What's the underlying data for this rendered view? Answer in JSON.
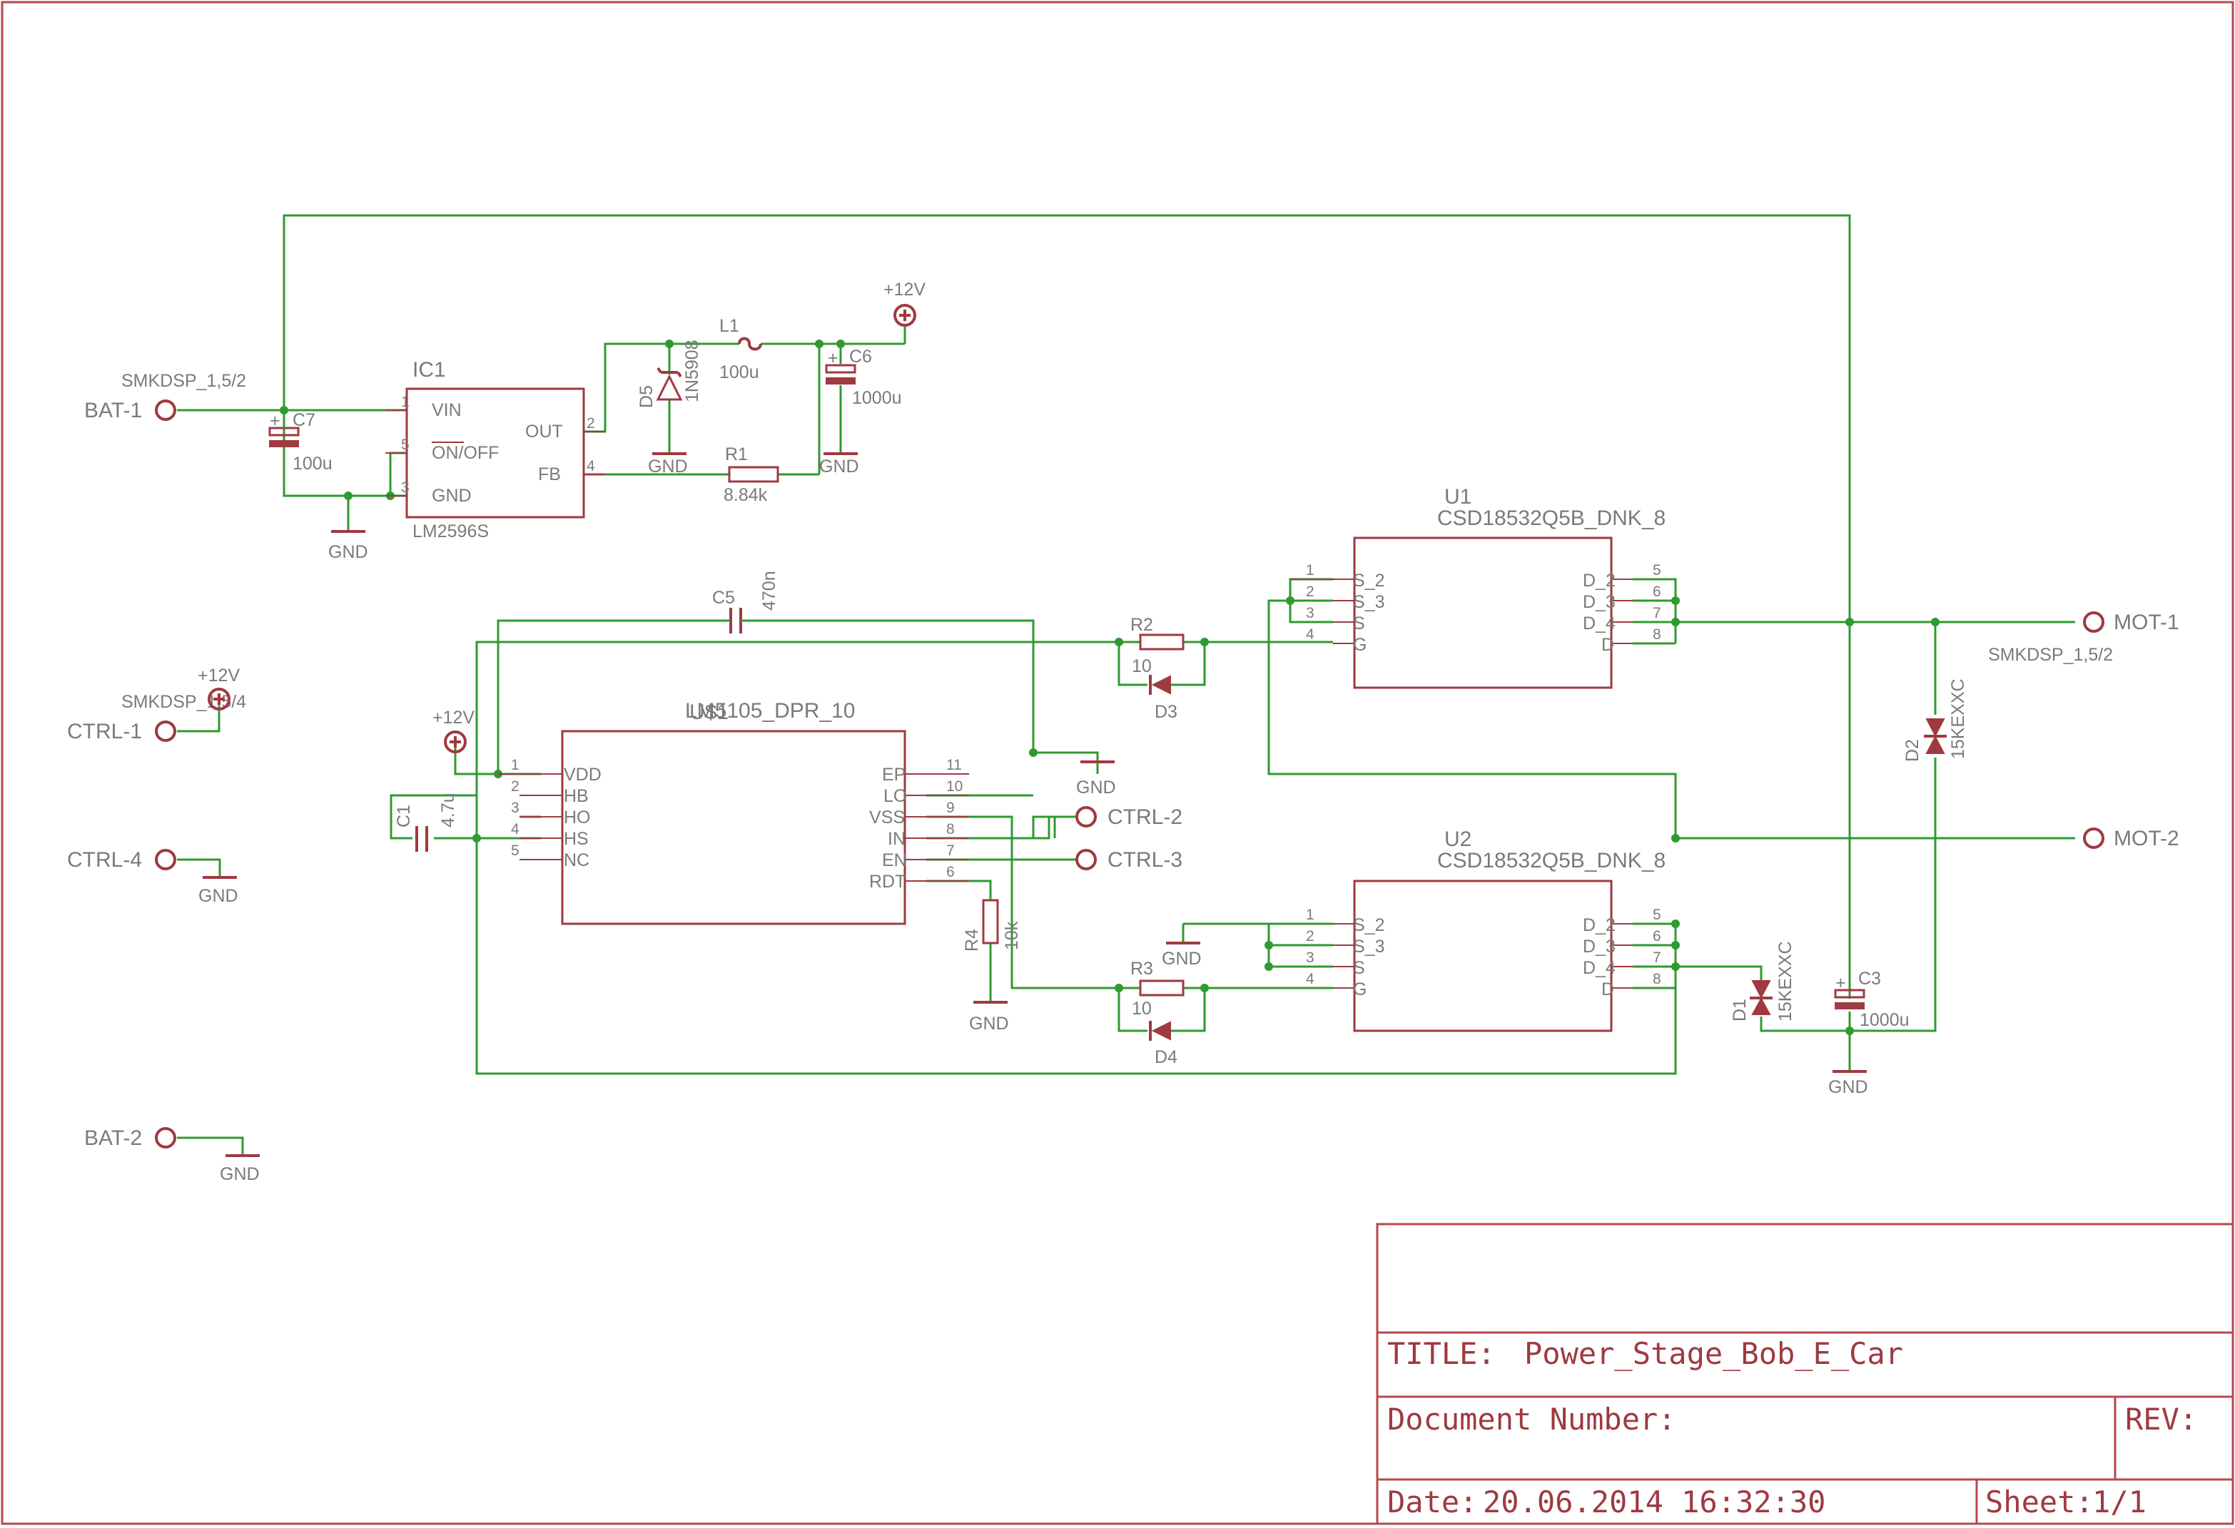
{
  "title_block": {
    "title_label": "TITLE:",
    "title_value": "Power_Stage_Bob_E_Car",
    "docnum_label": "Document Number:",
    "rev_label": "REV:",
    "date_label": "Date:",
    "date_value": "20.06.2014 16:32:30",
    "sheet_label": "Sheet:",
    "sheet_value": "1/1"
  },
  "connectors": {
    "bat1": "BAT-1",
    "bat2": "BAT-2",
    "ctrl1": "CTRL-1",
    "ctrl2": "CTRL-2",
    "ctrl3": "CTRL-3",
    "ctrl4": "CTRL-4",
    "mot1": "MOT-1",
    "mot2": "MOT-2",
    "smkdsp_bat": "SMKDSP_1,5/2",
    "smkdsp_ctrl": "SMKDSP_1,5/4",
    "smkdsp_mot": "SMKDSP_1,5/2"
  },
  "supplies": {
    "p12v": "+12V",
    "gnd": "GND"
  },
  "ic1": {
    "name": "IC1",
    "value": "LM2596S",
    "pins": [
      {
        "num": "1",
        "name": "VIN"
      },
      {
        "num": "5",
        "name": "ON/OFF"
      },
      {
        "num": "3",
        "name": "GND"
      },
      {
        "num": "2",
        "name": "OUT"
      },
      {
        "num": "4",
        "name": "FB"
      }
    ]
  },
  "usd1": {
    "name": "U$1",
    "value": "LM5105_DPR_10",
    "left_pins": [
      {
        "num": "1",
        "name": "VDD"
      },
      {
        "num": "2",
        "name": "HB"
      },
      {
        "num": "3",
        "name": "HO"
      },
      {
        "num": "4",
        "name": "HS"
      },
      {
        "num": "5",
        "name": "NC"
      }
    ],
    "right_pins": [
      {
        "num": "11",
        "name": "EP"
      },
      {
        "num": "10",
        "name": "LO"
      },
      {
        "num": "9",
        "name": "VSS"
      },
      {
        "num": "8",
        "name": "IN"
      },
      {
        "num": "7",
        "name": "EN"
      },
      {
        "num": "6",
        "name": "RDT"
      }
    ]
  },
  "u1": {
    "name": "U1",
    "value": "CSD18532Q5B_DNK_8",
    "left_pins": [
      {
        "num": "1",
        "name": "S_2"
      },
      {
        "num": "2",
        "name": "S_3"
      },
      {
        "num": "3",
        "name": "S"
      },
      {
        "num": "4",
        "name": "G"
      }
    ],
    "right_pins": [
      {
        "num": "5",
        "name": "D_2"
      },
      {
        "num": "6",
        "name": "D_3"
      },
      {
        "num": "7",
        "name": "D_4"
      },
      {
        "num": "8",
        "name": "D"
      }
    ]
  },
  "u2": {
    "name": "U2",
    "value": "CSD18532Q5B_DNK_8",
    "left_pins": [
      {
        "num": "1",
        "name": "S_2"
      },
      {
        "num": "2",
        "name": "S_3"
      },
      {
        "num": "3",
        "name": "S"
      },
      {
        "num": "4",
        "name": "G"
      }
    ],
    "right_pins": [
      {
        "num": "5",
        "name": "D_2"
      },
      {
        "num": "6",
        "name": "D_3"
      },
      {
        "num": "7",
        "name": "D_4"
      },
      {
        "num": "8",
        "name": "D"
      }
    ]
  },
  "passives": {
    "c7": {
      "name": "C7",
      "value": "100u"
    },
    "c6": {
      "name": "C6",
      "value": "1000u"
    },
    "c3": {
      "name": "C3",
      "value": "1000u"
    },
    "c5": {
      "name": "C5",
      "value": "470n"
    },
    "c1": {
      "name": "C1",
      "value": "4.7u"
    },
    "l1": {
      "name": "L1",
      "value": "100u"
    },
    "r1": {
      "name": "R1",
      "value": "8.84k"
    },
    "r2": {
      "name": "R2",
      "value": "10"
    },
    "r3": {
      "name": "R3",
      "value": "10"
    },
    "r4": {
      "name": "R4",
      "value": "10k"
    },
    "d1": {
      "name": "D1",
      "value": "15KEXXC"
    },
    "d2": {
      "name": "D2",
      "value": "15KEXXC"
    },
    "d3": {
      "name": "D3"
    },
    "d4": {
      "name": "D4"
    },
    "d5": {
      "name": "D5",
      "value": "1N5908"
    }
  }
}
